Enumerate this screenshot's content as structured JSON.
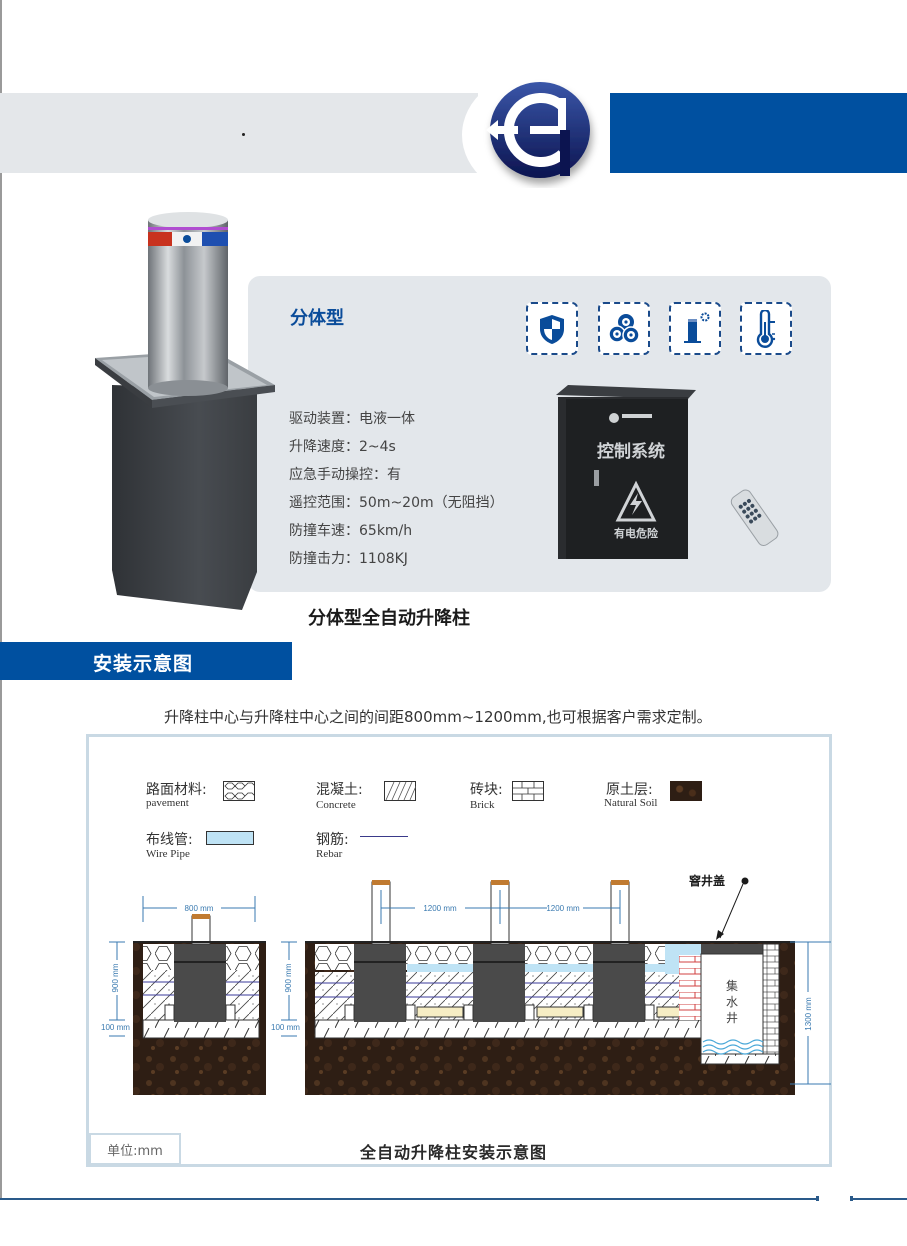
{
  "header": {
    "brand_colors": {
      "grey_band": "#e4e7ea",
      "blue_band": "#0050a0",
      "logo_navy": "#1b2a6b"
    },
    "logo_icon": "company-logo-G-arrow"
  },
  "product": {
    "type_title": "分体型",
    "feature_icons": [
      "shield-icon",
      "gears-icon",
      "bollard-settings-icon",
      "thermometer-icon"
    ],
    "specs": [
      {
        "label": "驱动装置",
        "value": "电液一体"
      },
      {
        "label": "升降速度",
        "value": "2~4s"
      },
      {
        "label": "应急手动操控",
        "value": "有"
      },
      {
        "label": "遥控范围",
        "value": "50m~20m（无阻挡）"
      },
      {
        "label": "防撞车速",
        "value": "65km/h"
      },
      {
        "label": "防撞击力",
        "value": "1108KJ"
      }
    ],
    "specs_text": [
      "驱动装置：电液一体",
      "升降速度：2~4s",
      "应急手动操控：有",
      "遥控范围：50m~20m（无阻挡）",
      "防撞车速：65km/h",
      "防撞击力：1108KJ"
    ],
    "control_box": {
      "label": "控制系统",
      "warning": "有电危险"
    },
    "caption": "分体型全自动升降柱"
  },
  "section": {
    "title": "安装示意图",
    "intro": "升降柱中心与升降柱中心之间的间距800mm~1200mm,也可根据客户需求定制。"
  },
  "diagram": {
    "legend": [
      {
        "cn": "路面材料:",
        "en": "pavement"
      },
      {
        "cn": "混凝土:",
        "en": "Concrete"
      },
      {
        "cn": "砖块:",
        "en": "Brick"
      },
      {
        "cn": "原土层:",
        "en": "Natural Soil"
      },
      {
        "cn": "布线管:",
        "en": "Wire Pipe"
      },
      {
        "cn": "钢筋:",
        "en": "Rebar"
      }
    ],
    "dimensions": {
      "single_width": "800 mm",
      "spacing_1": "1200 mm",
      "spacing_2": "1200 mm",
      "depth_left": "900 mm",
      "depth_mid": "900 mm",
      "base_left": "100 mm",
      "base_mid": "100 mm",
      "sump_depth": "1300 mm"
    },
    "manhole_label": "窨井盖",
    "sump_label": [
      "集",
      "水",
      "井"
    ],
    "unit": "单位:mm",
    "caption": "全自动升降柱安装示意图"
  }
}
